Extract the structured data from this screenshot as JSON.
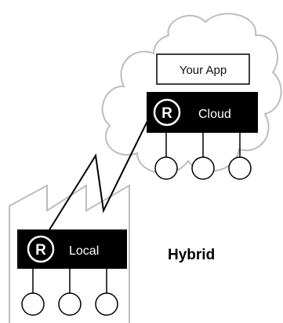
{
  "diagram": {
    "app_label": "Your App",
    "cloud_label": "Cloud",
    "local_label": "Local",
    "caption": "Hybrid",
    "cloud_connectors": 3,
    "local_connectors": 3
  },
  "colors": {
    "box_fill": "#000000",
    "box_text": "#ffffff",
    "cloud_outline": "#bdbdbd",
    "factory_outline": "#bdbdbd",
    "line": "#000000"
  },
  "icons": {
    "logo": "r-logo-icon",
    "connector": "connector-node-icon"
  }
}
